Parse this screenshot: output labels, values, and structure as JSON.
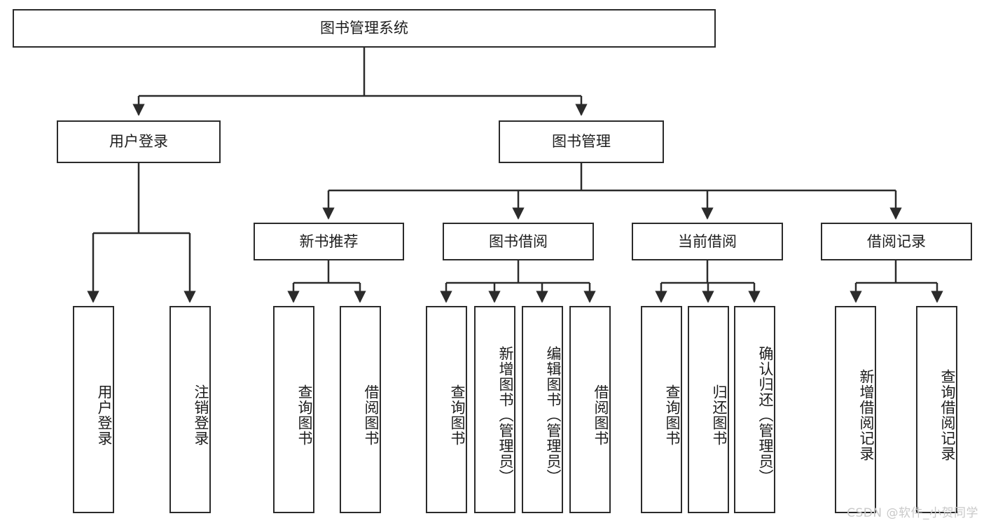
{
  "diagram": {
    "title": "图书管理系统",
    "type": "functional-decomposition-tree",
    "watermark": "CSDN @软件_小贺同学",
    "colors": {
      "stroke": "#2b2b2b",
      "fill": "#ffffff",
      "text": "#1d1d1d",
      "watermark": "#c9c9c9"
    },
    "nodes": {
      "root": "图书管理系统",
      "level1": [
        "用户登录",
        "图书管理"
      ],
      "level2": [
        "新书推荐",
        "图书借阅",
        "当前借阅",
        "借阅记录"
      ],
      "leaves": {
        "user_login": [
          "用户登录",
          "注销登录"
        ],
        "new_book_recommend": [
          "查询图书",
          "借阅图书"
        ],
        "book_borrow": [
          "查询图书",
          "新增图书（管理员）",
          "编辑图书（管理员）",
          "借阅图书"
        ],
        "current_borrow": [
          "查询图书",
          "归还图书",
          "确认归还（管理员）"
        ],
        "borrow_record": [
          "新增借阅记录",
          "查询借阅记录"
        ]
      }
    }
  }
}
